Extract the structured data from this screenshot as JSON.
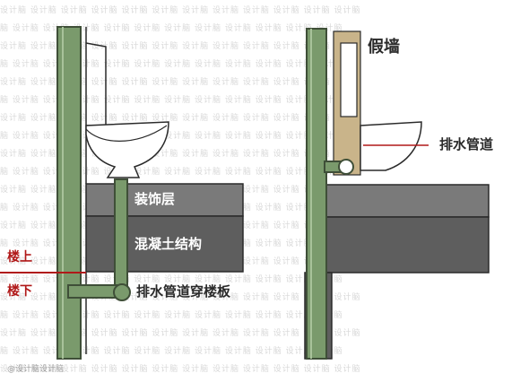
{
  "watermark": "设计脑 设计脑 设计脑 设计脑 设计脑 设计脑 设计脑 设计脑 设计脑 设计脑 设计脑 设计脑",
  "left_diagram": {
    "decor_layer_label": "装饰层",
    "concrete_label": "混凝土结构",
    "upstairs_label": "楼上",
    "downstairs_label": "楼下",
    "pipe_label": "排水管道穿楼板"
  },
  "right_diagram": {
    "false_wall_label": "假墙",
    "drain_label": "排水管道"
  },
  "footer_text": "@设计脑设计脑",
  "colors": {
    "pipe": "#7a9a6c",
    "pipe_dark": "#3f4f38",
    "slab": "#5e5e5e",
    "decor": "#7a7a7a",
    "false_wall": "#c9b48a",
    "red_line": "#b01818"
  }
}
